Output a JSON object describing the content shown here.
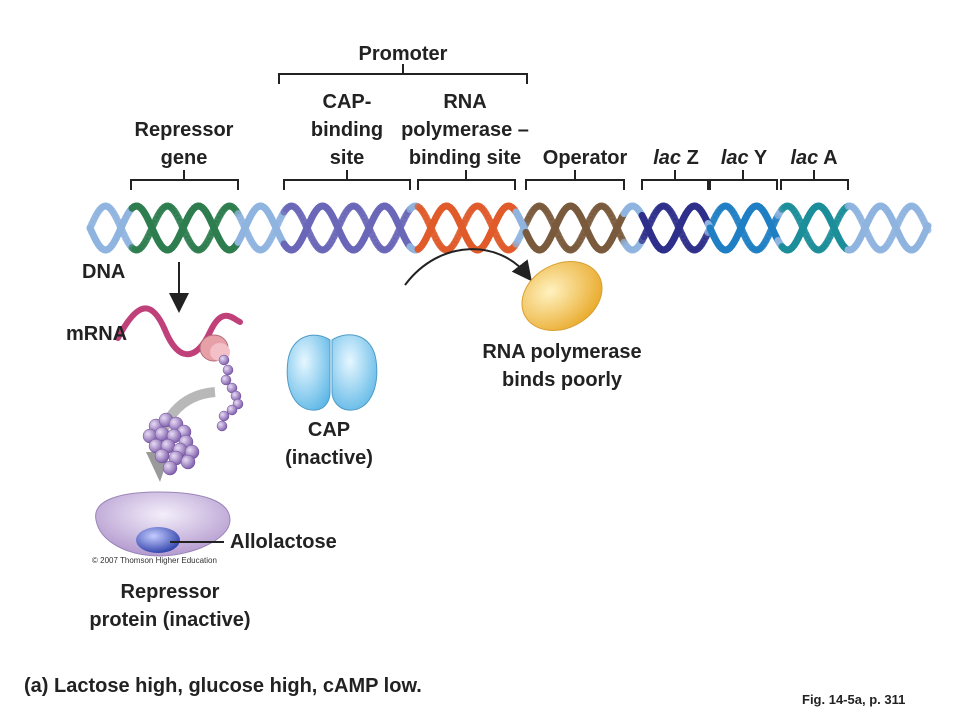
{
  "labels": {
    "promoter": "Promoter",
    "repressor_gene_1": "Repressor",
    "repressor_gene_2": "gene",
    "cap_site_1": "CAP-",
    "cap_site_2": "binding",
    "cap_site_3": "site",
    "rnap_site_1": "RNA",
    "rnap_site_2": "polymerase –",
    "rnap_site_3": "binding site",
    "operator": "Operator",
    "lacz_italic": "lac",
    "lacz_letter": "Z",
    "lacy_italic": "lac",
    "lacy_letter": "Y",
    "laca_italic": "lac",
    "laca_letter": "A",
    "dna": "DNA",
    "mrna": "mRNA",
    "rnap_note_1": "RNA polymerase",
    "rnap_note_2": "binds poorly",
    "cap_1": "CAP",
    "cap_2": "(inactive)",
    "allolactose": "Allolactose",
    "repressor_protein_1": "Repressor",
    "repressor_protein_2": "protein (inactive)",
    "copyright": "© 2007 Thomson Higher Education",
    "caption": "(a) Lactose high, glucose high, cAMP low.",
    "fig_ref": "Fig. 14-5a, p. 311"
  },
  "colors": {
    "dna_light": "#8fb4e0",
    "repressor_gene": "#2e7d4f",
    "cap_site": "#6a67b8",
    "rnap_site": "#e05a2a",
    "operator": "#7a5a3c",
    "lacz": "#2d2f8a",
    "lacy": "#1f7fc4",
    "laca": "#1b8e9a",
    "mrna": "#c0417a",
    "ribosome": "#e8a0a8",
    "polypeptide": "#9b7ac0",
    "cap_protein": "#8ed0f0",
    "rna_polymerase": "#f2c04a",
    "repressor_protein": "#c7b4dc",
    "allolactose": "#4a5cc0"
  }
}
